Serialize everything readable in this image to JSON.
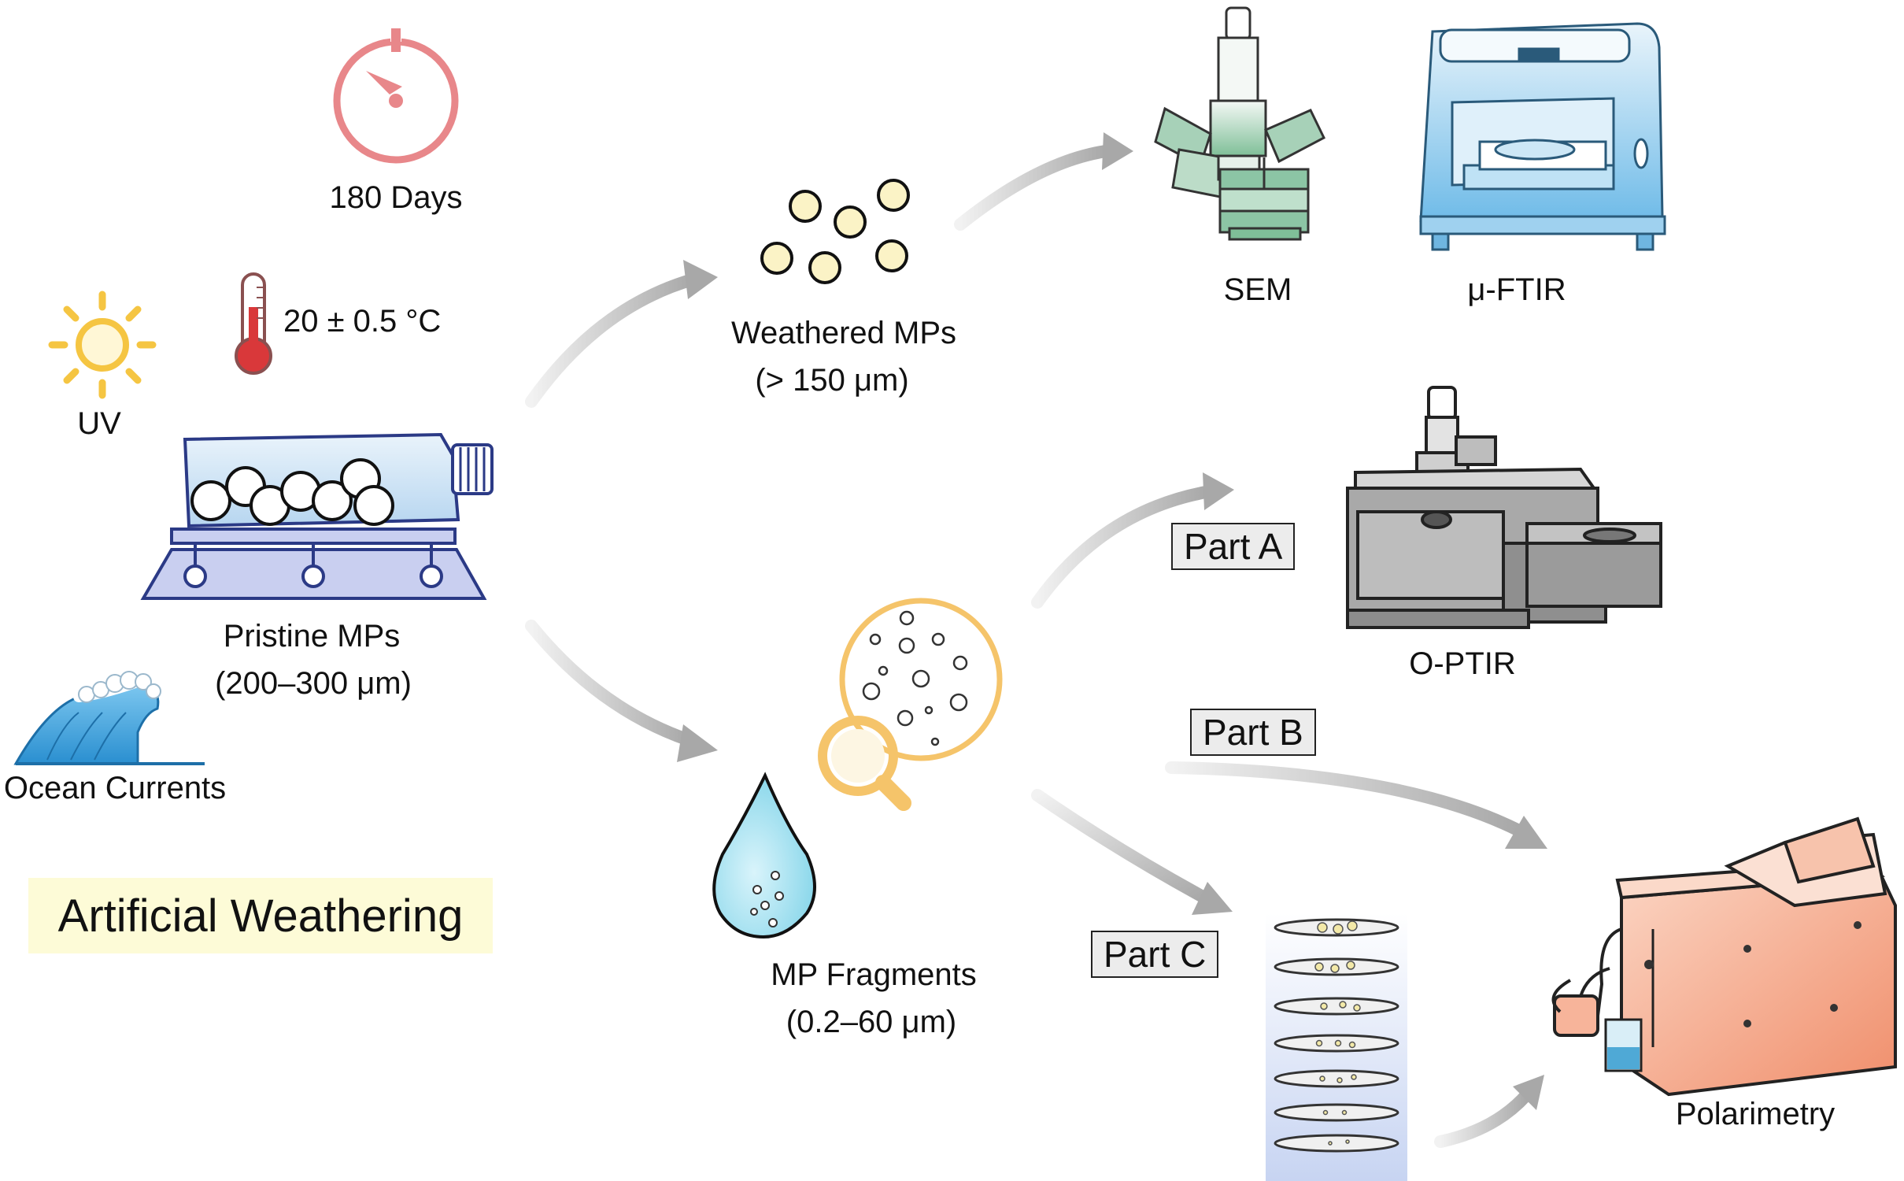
{
  "title": "Artificial Weathering",
  "conditions": {
    "duration": "180 Days",
    "temperature": "20 ± 0.5 °C",
    "light": "UV",
    "flow": "Ocean Currents"
  },
  "pristine": {
    "name": "Pristine MPs",
    "size": "(200–300 μm)"
  },
  "weathered": {
    "name": "Weathered MPs",
    "size": "(> 150 μm)"
  },
  "fragments": {
    "name": "MP Fragments",
    "size": "(0.2–60 μm)"
  },
  "instruments": {
    "sem": "SEM",
    "ftir": "μ-FTIR",
    "optir": "O-PTIR",
    "polarimetry": "Polarimetry"
  },
  "parts": {
    "a": "Part A",
    "b": "Part B",
    "c": "Part C"
  },
  "colors": {
    "timer": "#e8878a",
    "sun": "#f5c542",
    "thermometer": "#d9383a",
    "wave": "#3ea6e0",
    "bead": "#fbf3c6",
    "magnifier": "#f5c46a",
    "droplet": "#7fd3e8",
    "ftir": "#7ec4ea",
    "sem": "#8fc6a8",
    "optir": "#9a9a9a",
    "polarimeter": "#f5a58a",
    "arrow": "#b3b3b3",
    "title_bg": "#fdfbd7"
  },
  "icons": [
    "timer-icon",
    "sun-icon",
    "thermometer-icon",
    "wave-icon",
    "shaker-flask-icon",
    "magnifier-icon",
    "droplet-icon",
    "sem-icon",
    "ftir-icon",
    "optir-icon",
    "sample-plates-icon",
    "polarimeter-icon"
  ]
}
